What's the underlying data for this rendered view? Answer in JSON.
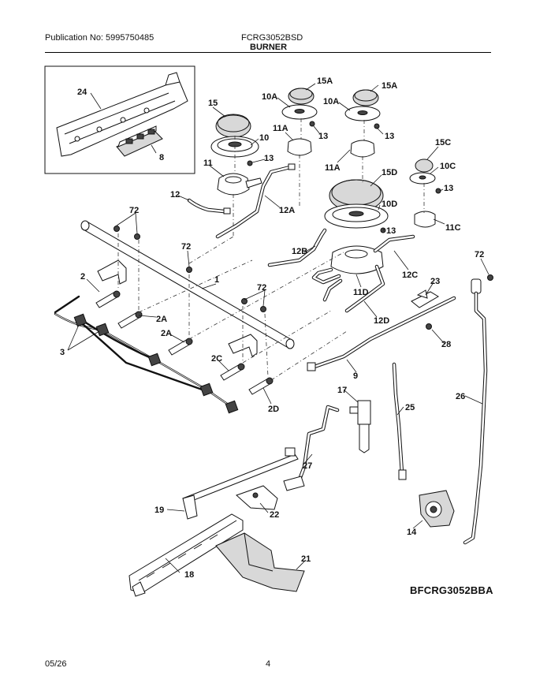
{
  "header": {
    "publication": "Publication No: 5995750485",
    "model": "FCRG3052BSD",
    "section": "BURNER"
  },
  "footer": {
    "date": "05/26",
    "page": "4"
  },
  "diagram_code": "BFCRG3052BBA",
  "callouts": {
    "c24": "24",
    "c8": "8",
    "c15": "15",
    "c10": "10",
    "c11": "11",
    "c13a": "13",
    "c12": "12",
    "c12a": "12A",
    "c15a1": "15A",
    "c10a1": "10A",
    "c11a1": "11A",
    "c13b": "13",
    "c15a2": "15A",
    "c10a2": "10A",
    "c11a2": "11A",
    "c13c": "13",
    "c15c": "15C",
    "c10c": "10C",
    "c13d": "13",
    "c11c": "11C",
    "c15d": "15D",
    "c10d": "10D",
    "c13e": "13",
    "c12c": "12C",
    "c12b": "12B",
    "c11d": "11D",
    "c12d": "12D",
    "c72a": "72",
    "c72b": "72",
    "c72c": "72",
    "c72d": "72",
    "c1": "1",
    "c2": "2",
    "c3": "3",
    "c2a1": "2A",
    "c2a2": "2A",
    "c2c": "2C",
    "c2d": "2D",
    "c23": "23",
    "c28": "28",
    "c9": "9",
    "c26": "26",
    "c17": "17",
    "c25": "25",
    "c27": "27",
    "c19": "19",
    "c22": "22",
    "c21": "21",
    "c18": "18",
    "c14": "14"
  }
}
